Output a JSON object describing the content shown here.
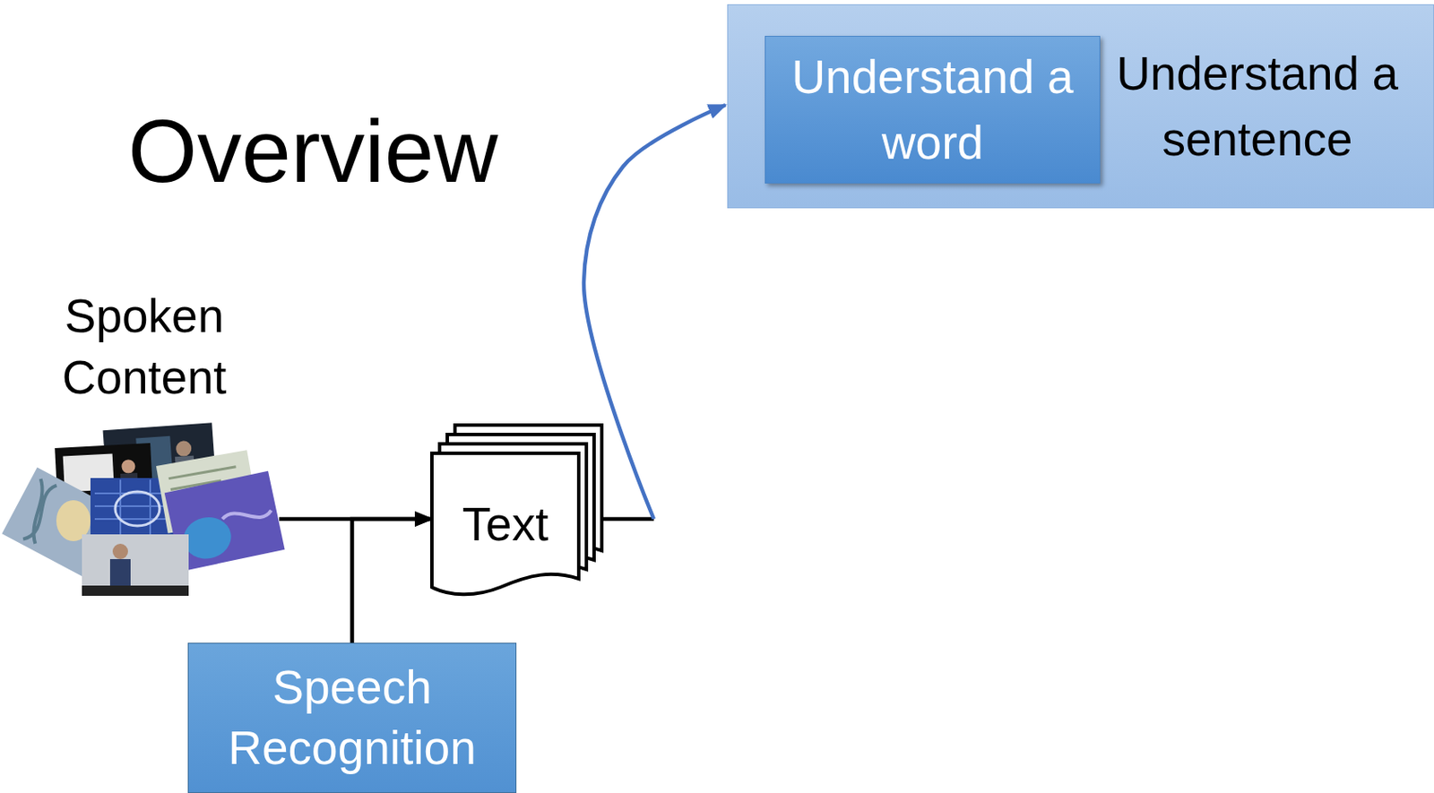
{
  "diagram": {
    "title": "Overview",
    "nodes": [
      {
        "text": [
          "Understand a sentence"
        ]
      },
      {
        "text": [
          "Understand a word"
        ],
        "in": 0
      },
      {
        "text": [
          "Spoken Content"
        ]
      },
      {
        "text": [
          "Text"
        ]
      },
      {
        "text": [
          "Speech Recognition"
        ]
      }
    ],
    "edges": [
      {
        "from": 2,
        "to": 3,
        "arrow": "to"
      },
      {
        "from": 4,
        "to": 3,
        "arrow": "to"
      },
      {
        "from": 3,
        "to": 0,
        "arrow": "to"
      }
    ]
  }
}
